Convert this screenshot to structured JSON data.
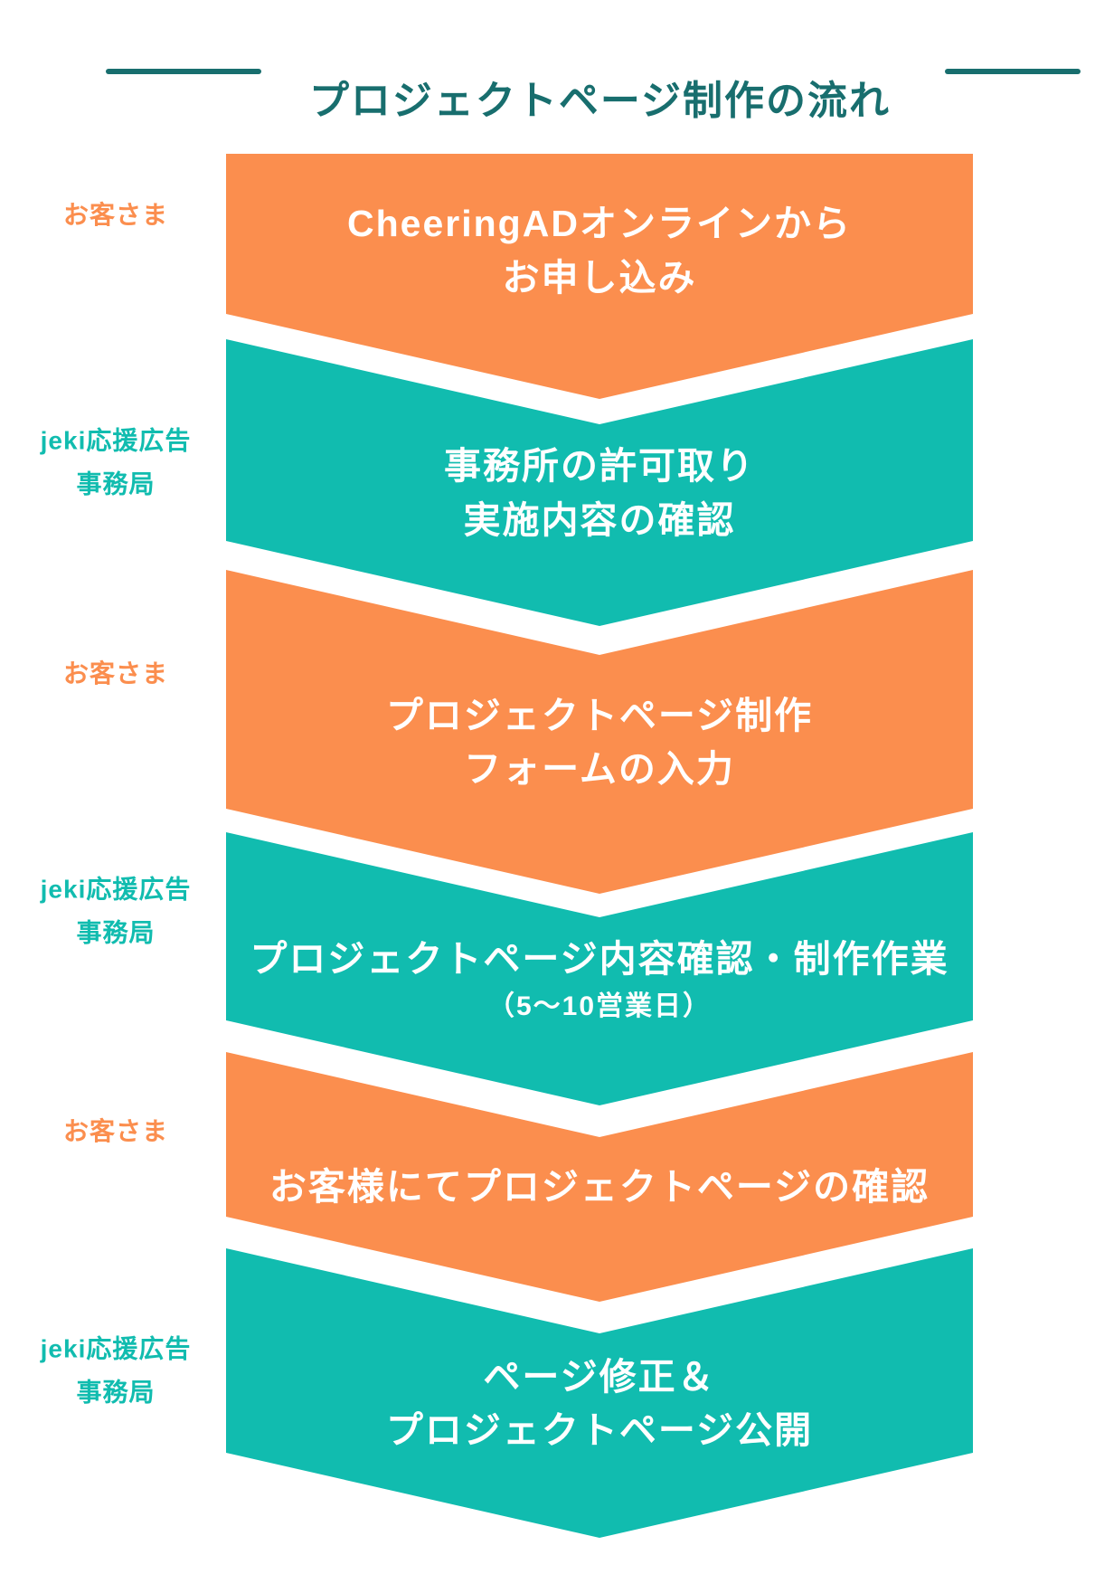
{
  "title": "プロジェクトページ制作の流れ",
  "colors": {
    "orange": "#fb8e4e",
    "teal": "#11bcaf",
    "title_teal": "#186e6e",
    "step_text": "#ffffff",
    "background": "#ffffff"
  },
  "steps": [
    {
      "actor": "お客さま",
      "color": "orange",
      "line1": "CheeringADオンラインから",
      "line2": "お申し込み"
    },
    {
      "actor": "jeki応援広告",
      "actor_line2": "事務局",
      "color": "teal",
      "line1": "事務所の許可取り",
      "line2": "実施内容の確認"
    },
    {
      "actor": "お客さま",
      "color": "orange",
      "line1": "プロジェクトページ制作",
      "line2": "フォームの入力"
    },
    {
      "actor": "jeki応援広告",
      "actor_line2": "事務局",
      "color": "teal",
      "line1": "プロジェクトページ内容確認・制作作業",
      "line2": "（5〜10営業日）"
    },
    {
      "actor": "お客さま",
      "color": "orange",
      "line1": "お客様にてプロジェクトページの確認"
    },
    {
      "actor": "jeki応援広告",
      "actor_line2": "事務局",
      "color": "teal",
      "line1": "ページ修正＆",
      "line2": "プロジェクトページ公開"
    }
  ]
}
